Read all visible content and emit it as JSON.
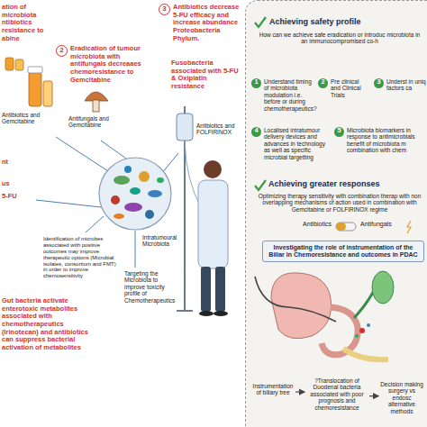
{
  "diagram": {
    "nodes": [
      {
        "text": [
          "Achieving safety profile",
          "How can we achieve safe eradication or introduc microbiota in an immunocompromised co-h"
        ]
      },
      {
        "text": [
          "2",
          "Eradication of tumour microbiota with antifungals decreaaes chemoresistance to Gemcitabine"
        ]
      },
      {
        "text": [
          "3",
          "Antibiotics decrease 5-FU efficacy and increase abundance Proteobacteria Phylum."
        ]
      },
      {
        "text": [
          "1",
          "Understand timing of microbiota modulation i.e. before or during chemotherapeutics?"
        ],
        "in": 0
      },
      {
        "text": [
          "2",
          "Pre clinical and Clinical Trials"
        ],
        "in": 0
      },
      {
        "text": [
          "3",
          "Underst in uniq factors ca"
        ],
        "in": 0
      },
      {
        "text": [
          "4",
          "Localised intratumour delivery devices and advances in technology as well as specific microbial targetting"
        ],
        "in": 0
      },
      {
        "text": [
          "5",
          "Microbiota biomarkers in response to antimicrobials benefit of microbiota m combination with chem"
        ],
        "in": 0
      },
      {
        "text": [
          "Investigating the role of instrumentation of the Biliar in Chemoresistance and outcomes in PDAC"
        ],
        "in": 0
      },
      {
        "text": [
          "Instrumentation of biliary tree"
        ],
        "in": 0
      },
      {
        "text": [
          "?Translocation of Duodenal bacteria associated with poor prognosis and chemoresistance"
        ],
        "in": 0
      },
      {
        "text": [
          "Decision making surgery vs endosc alternative methods"
        ],
        "in": 0
      }
    ],
    "edges": [
      {
        "from": 9,
        "to": 10,
        "arrow": "to"
      },
      {
        "from": 10,
        "to": 11,
        "arrow": "to"
      }
    ],
    "labels": [
      "ation of microbiota ntibiotics resistance to abine",
      "Fusobacteria associated with 5-FU & Oxiplatin resistance",
      "Antibiotics and Gemcitabine",
      "Antifungals and Gemcitabine",
      "Antibiotics and FOLFIRINOX",
      "nt",
      "us",
      "5-FU",
      "Intratumoural Microbiota",
      "Identification of microbes associated with positive outcomes may improve therapeutic options (Microbial isolates, consortium and FMT) in order to improve chemosensitivity",
      "Targeting the Microbiota to improve toxicity profile of Chemotherapeutics",
      "Gut bacteria activate enterotoxic metabolites associated with chemotherapeutics (Irinotecan) and antibiotics can suppress bacterial activation of metabolites",
      "Achieving greater responses",
      "Optimizing therapy sensitivity with combination therap with non overlapping mechanisms of action used in combination with Gemcitabine or FOLFIRINOX regime",
      "Antibiotics",
      "Antifungals"
    ]
  }
}
